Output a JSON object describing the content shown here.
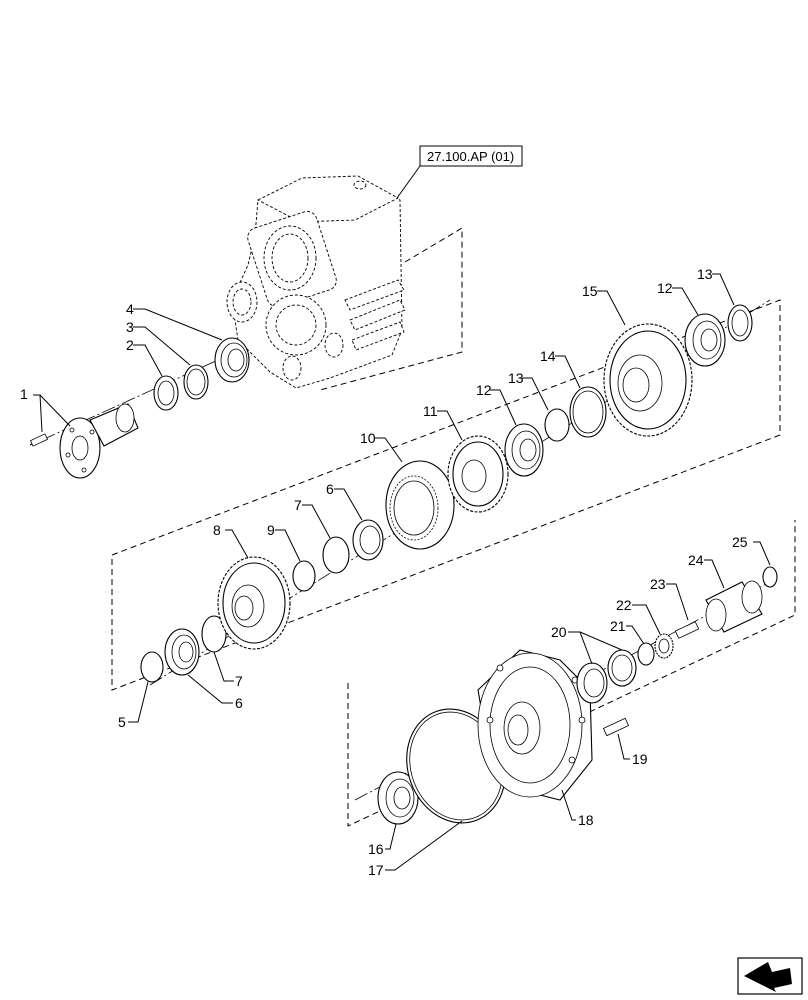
{
  "reference_label": "27.100.AP (01)",
  "callouts": [
    {
      "id": "c1",
      "text": "1"
    },
    {
      "id": "c2",
      "text": "2"
    },
    {
      "id": "c3",
      "text": "3"
    },
    {
      "id": "c4",
      "text": "4"
    },
    {
      "id": "c5",
      "text": "5"
    },
    {
      "id": "c6a",
      "text": "6"
    },
    {
      "id": "c6b",
      "text": "6"
    },
    {
      "id": "c7a",
      "text": "7"
    },
    {
      "id": "c7b",
      "text": "7"
    },
    {
      "id": "c8",
      "text": "8"
    },
    {
      "id": "c9",
      "text": "9"
    },
    {
      "id": "c10",
      "text": "10"
    },
    {
      "id": "c11",
      "text": "11"
    },
    {
      "id": "c12a",
      "text": "12"
    },
    {
      "id": "c12b",
      "text": "12"
    },
    {
      "id": "c13a",
      "text": "13"
    },
    {
      "id": "c13b",
      "text": "13"
    },
    {
      "id": "c14",
      "text": "14"
    },
    {
      "id": "c15",
      "text": "15"
    },
    {
      "id": "c16",
      "text": "16"
    },
    {
      "id": "c17",
      "text": "17"
    },
    {
      "id": "c18",
      "text": "18"
    },
    {
      "id": "c19",
      "text": "19"
    },
    {
      "id": "c20",
      "text": "20"
    },
    {
      "id": "c21",
      "text": "21"
    },
    {
      "id": "c22",
      "text": "22"
    },
    {
      "id": "c23",
      "text": "23"
    },
    {
      "id": "c24",
      "text": "24"
    },
    {
      "id": "c25",
      "text": "25"
    }
  ],
  "nav_icon": "next-page-arrow-icon"
}
